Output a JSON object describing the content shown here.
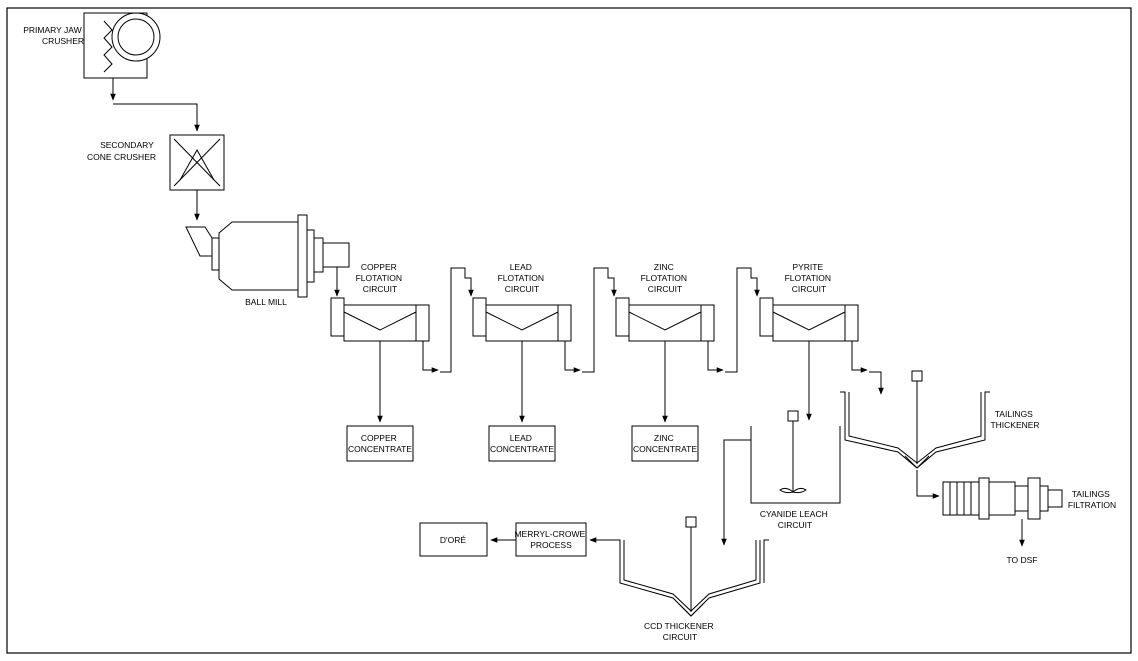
{
  "labels": {
    "primary_jaw_crusher": [
      "PRIMARY JAW",
      "CRUSHER"
    ],
    "secondary_cone_crusher": [
      "SECONDARY",
      "CONE CRUSHER"
    ],
    "ball_mill": [
      "BALL MILL"
    ],
    "copper_flotation": [
      "COPPER",
      "FLOTATION",
      "CIRCUIT"
    ],
    "lead_flotation": [
      "LEAD",
      "FLOTATION",
      "CIRCUIT"
    ],
    "zinc_flotation": [
      "ZINC",
      "FLOTATION",
      "CIRCUIT"
    ],
    "pyrite_flotation": [
      "PYRITE",
      "FLOTATION",
      "CIRCUIT"
    ],
    "copper_concentrate": [
      "COPPER",
      "CONCENTRATE"
    ],
    "lead_concentrate": [
      "LEAD",
      "CONCENTRATE"
    ],
    "zinc_concentrate": [
      "ZINC",
      "CONCENTRATE"
    ],
    "tailings_thickener": [
      "TAILINGS",
      "THICKENER"
    ],
    "tailings_filtration": [
      "TAILINGS",
      "FILTRATION"
    ],
    "to_dsf": [
      "TO DSF"
    ],
    "cyanide_leach": [
      "CYANIDE LEACH",
      "CIRCUIT"
    ],
    "ccd_thickener": [
      "CCD THICKENER",
      "CIRCUIT"
    ],
    "merryl_crowe": [
      "MERRYL-CROWE",
      "PROCESS"
    ],
    "dore": [
      "D'ORÉ"
    ]
  }
}
